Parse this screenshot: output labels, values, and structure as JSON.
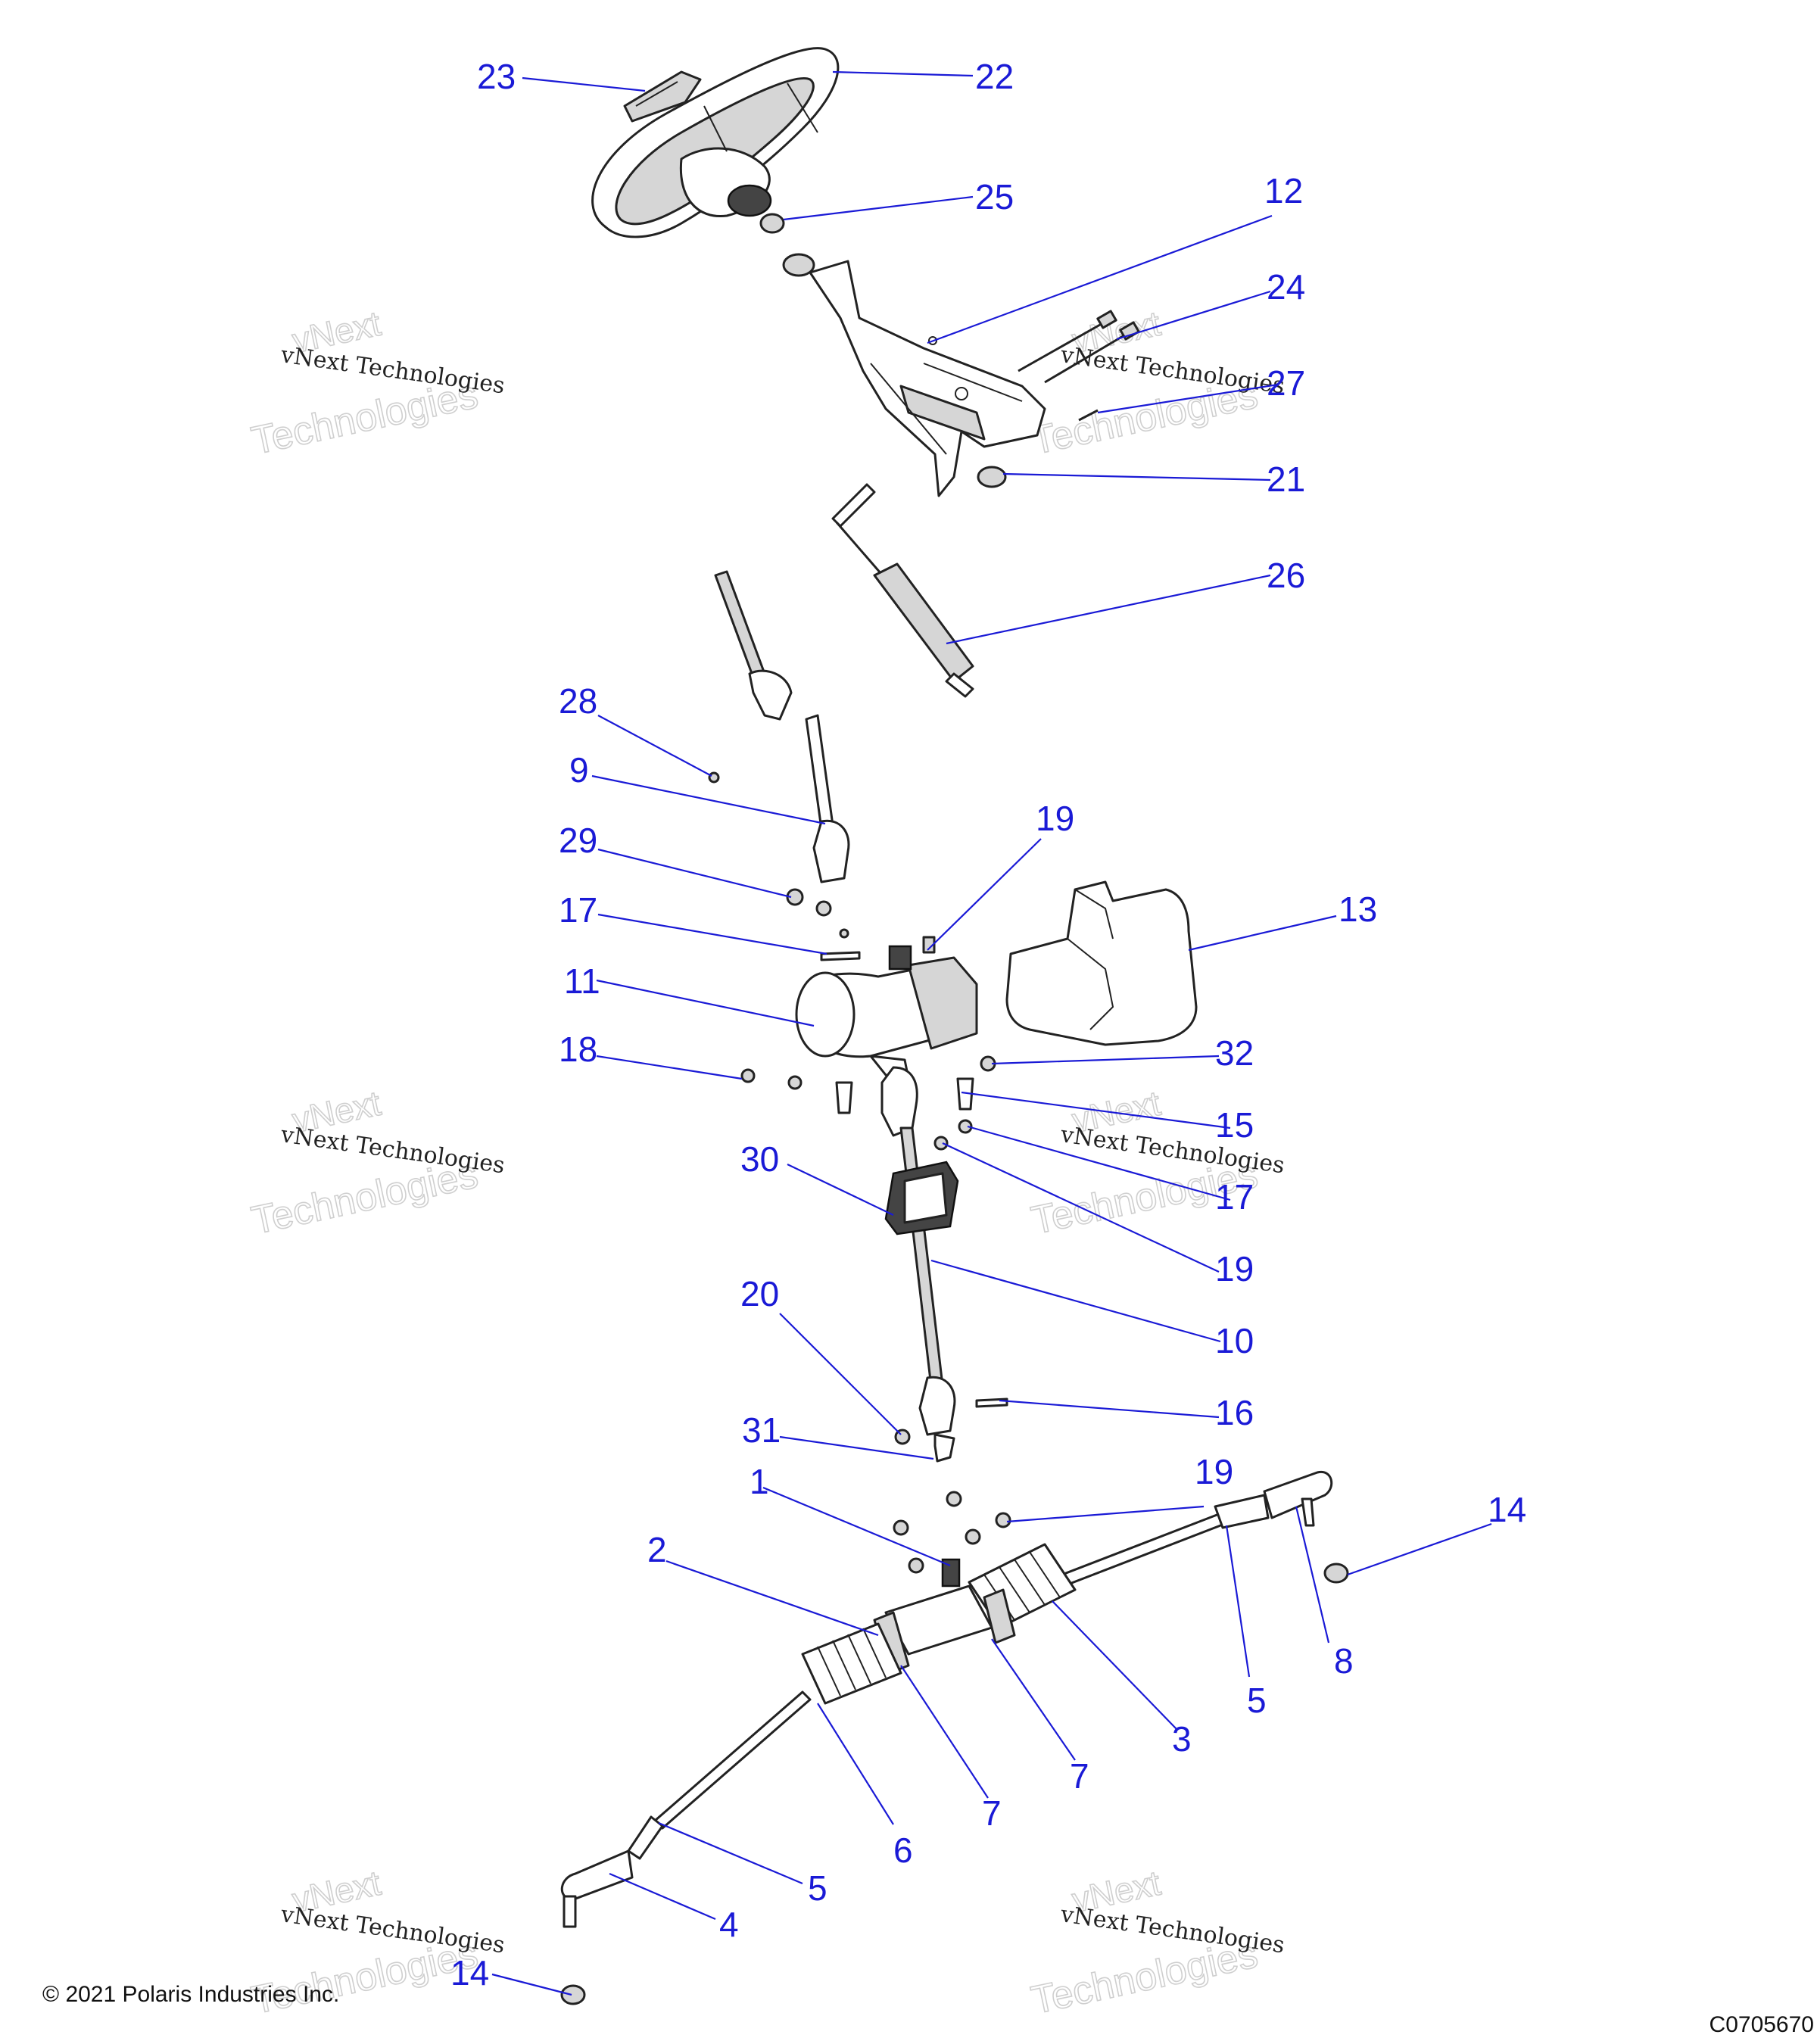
{
  "copyright": "© 2021 Polaris Industries Inc.",
  "drawing_number": "C0705670",
  "watermark": {
    "line1": "vNext Technologies",
    "line2": "Technologies",
    "line3": "vNext"
  },
  "callouts": {
    "c1": "1",
    "c2": "2",
    "c3": "3",
    "c4": "4",
    "c5a": "5",
    "c5b": "5",
    "c6": "6",
    "c7a": "7",
    "c7b": "7",
    "c8": "8",
    "c9": "9",
    "c10": "10",
    "c11": "11",
    "c12": "12",
    "c13": "13",
    "c14a": "14",
    "c14b": "14",
    "c15": "15",
    "c16": "16",
    "c17a": "17",
    "c17b": "17",
    "c18": "18",
    "c19a": "19",
    "c19b": "19",
    "c19c": "19",
    "c20": "20",
    "c21": "21",
    "c22": "22",
    "c23": "23",
    "c24": "24",
    "c25": "25",
    "c26": "26",
    "c27": "27",
    "c28": "28",
    "c29": "29",
    "c30": "30",
    "c31": "31",
    "c32": "32"
  },
  "colors": {
    "callout": "#1a1ad6",
    "line_art": "#222222",
    "watermark": "#cfcfcf"
  }
}
